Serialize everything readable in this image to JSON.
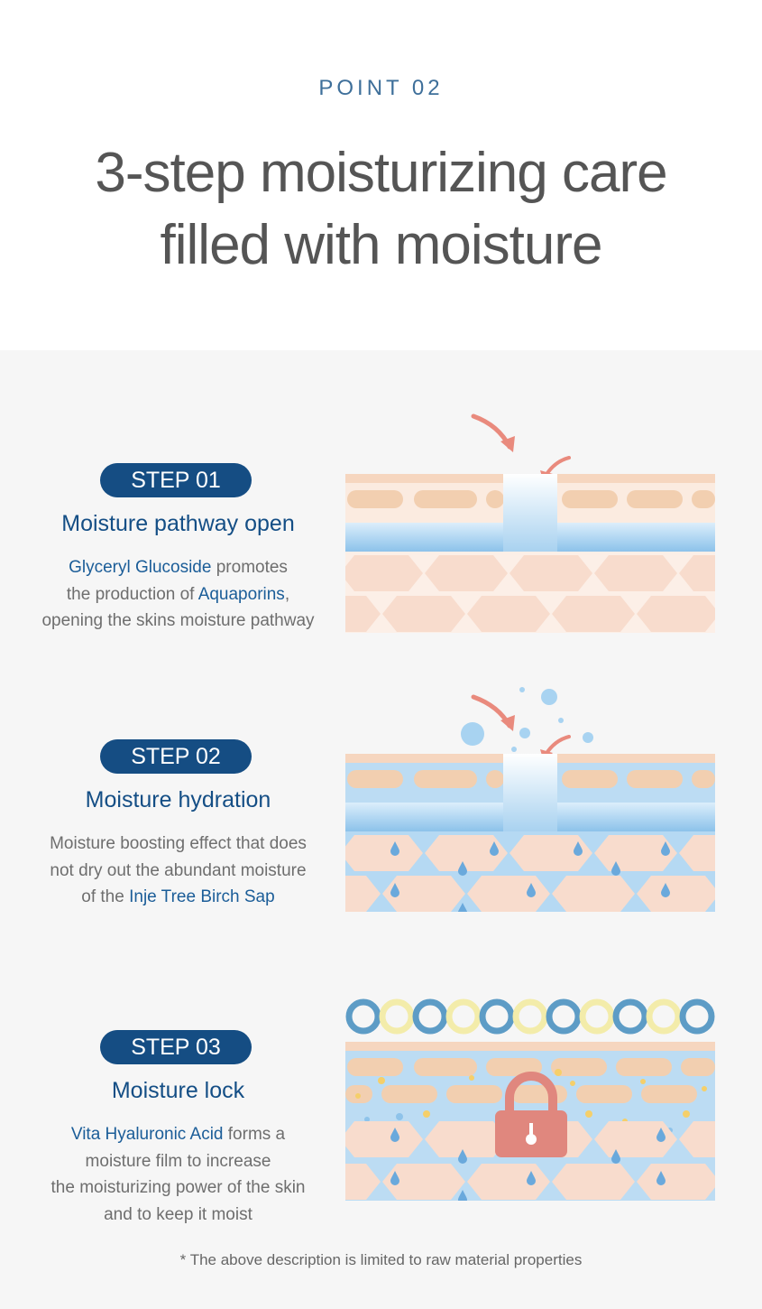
{
  "header": {
    "point_label": "POINT 02",
    "title_line1": "3-step moisturizing care",
    "title_line2": "filled with moisture"
  },
  "steps": [
    {
      "badge": "STEP 01",
      "title": "Moisture pathway open",
      "lines": [
        [
          {
            "text": "Glyceryl Glucoside",
            "hl": true
          },
          {
            "text": " promotes",
            "hl": false
          }
        ],
        [
          {
            "text": "the production of ",
            "hl": false
          },
          {
            "text": "Aquaporins",
            "hl": true
          },
          {
            "text": ",",
            "hl": false
          }
        ],
        [
          {
            "text": "opening the skins moisture pathway",
            "hl": false
          }
        ]
      ]
    },
    {
      "badge": "STEP 02",
      "title": "Moisture hydration",
      "lines": [
        [
          {
            "text": "Moisture boosting effect that does",
            "hl": false
          }
        ],
        [
          {
            "text": "not dry out the abundant moisture",
            "hl": false
          }
        ],
        [
          {
            "text": "of the ",
            "hl": false
          },
          {
            "text": "Inje Tree Birch Sap",
            "hl": true
          }
        ]
      ]
    },
    {
      "badge": "STEP 03",
      "title": "Moisture lock",
      "lines": [
        [
          {
            "text": "Vita Hyaluronic Acid",
            "hl": true
          },
          {
            "text": " forms a",
            "hl": false
          }
        ],
        [
          {
            "text": "moisture film to increase",
            "hl": false
          }
        ],
        [
          {
            "text": "the moisturizing power of the skin",
            "hl": false
          }
        ],
        [
          {
            "text": "and to keep it moist",
            "hl": false
          }
        ]
      ]
    }
  ],
  "footnote": "* The above description is limited to raw material properties",
  "colors": {
    "accent_blue": "#154d83",
    "skin_peach": "#f6dccb",
    "skin_tan": "#f2cfb0",
    "water_blue": "#a9d2f0",
    "lock_pink": "#e0877e"
  },
  "icons": [
    "arrow-icon",
    "water-drop-icon",
    "lock-icon",
    "bubble-icon"
  ]
}
